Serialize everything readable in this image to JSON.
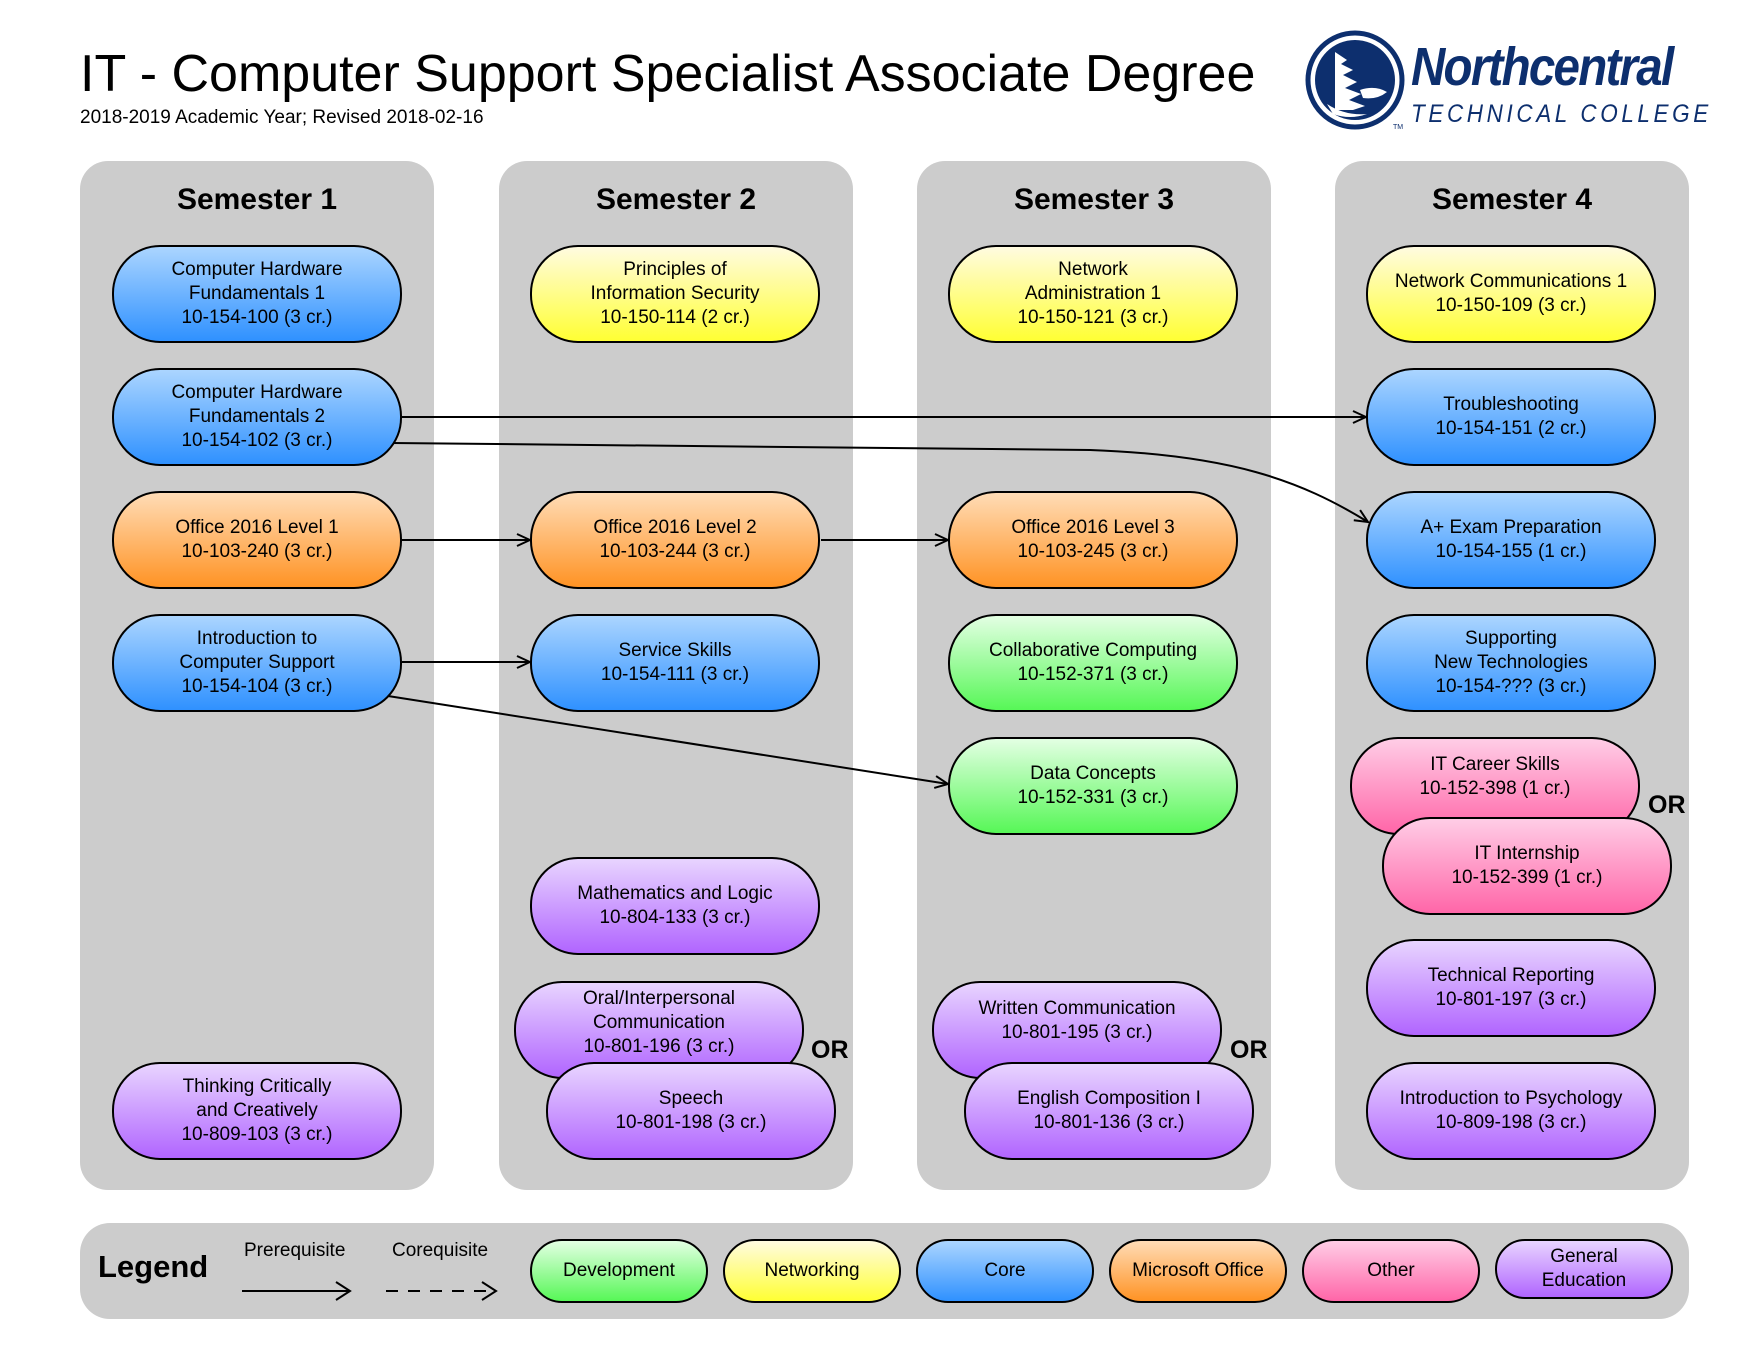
{
  "header": {
    "title": "IT - Computer Support Specialist Associate Degree",
    "subtitle": "2018-2019 Academic Year; Revised 2018-02-16"
  },
  "logo": {
    "icon": "pine-tree-circle-icon",
    "name": "Northcentral",
    "tagline": "TECHNICAL COLLEGE",
    "trademark": "TM",
    "color": "#0d2f6e"
  },
  "colors": {
    "Development": "#57f757",
    "Networking": "#ffff33",
    "Core": "#2f91ff",
    "Microsoft Office": "#ff9324",
    "Other": "#ff66a8",
    "General Education": "#b165ff",
    "column_bg": "#cccccc"
  },
  "semesters": [
    {
      "title": "Semester 1",
      "courses": [
        {
          "id": "c100",
          "lines": [
            "Computer Hardware",
            "Fundamentals 1",
            "10-154-100 (3 cr.)"
          ],
          "category": "Core"
        },
        {
          "id": "c102",
          "lines": [
            "Computer Hardware",
            "Fundamentals 2",
            "10-154-102 (3 cr.)"
          ],
          "category": "Core"
        },
        {
          "id": "c240",
          "lines": [
            "Office 2016 Level 1",
            "10-103-240 (3 cr.)"
          ],
          "category": "Microsoft Office"
        },
        {
          "id": "c104",
          "lines": [
            "Introduction to",
            "Computer Support",
            "10-154-104 (3 cr.)"
          ],
          "category": "Core"
        },
        {
          "id": "c103",
          "lines": [
            "Thinking Critically",
            "and Creatively",
            "10-809-103 (3 cr.)"
          ],
          "category": "General Education"
        }
      ]
    },
    {
      "title": "Semester 2",
      "courses": [
        {
          "id": "c114",
          "lines": [
            "Principles of",
            "Information Security",
            "10-150-114 (2 cr.)"
          ],
          "category": "Networking"
        },
        {
          "id": "c244",
          "lines": [
            "Office 2016 Level 2",
            "10-103-244 (3 cr.)"
          ],
          "category": "Microsoft Office"
        },
        {
          "id": "c111",
          "lines": [
            "Service Skills",
            "10-154-111 (3 cr.)"
          ],
          "category": "Core"
        },
        {
          "id": "c133",
          "lines": [
            "Mathematics and Logic",
            "10-804-133 (3 cr.)"
          ],
          "category": "General Education"
        },
        {
          "id": "c196",
          "lines": [
            "Oral/Interpersonal",
            "Communication",
            "10-801-196 (3 cr.)"
          ],
          "category": "General Education"
        },
        {
          "id": "c198s",
          "lines": [
            "Speech",
            "10-801-198 (3 cr.)"
          ],
          "category": "General Education"
        }
      ],
      "or_label": "OR"
    },
    {
      "title": "Semester 3",
      "courses": [
        {
          "id": "c121",
          "lines": [
            "Network",
            "Administration 1",
            "10-150-121 (3 cr.)"
          ],
          "category": "Networking"
        },
        {
          "id": "c245",
          "lines": [
            "Office 2016 Level 3",
            "10-103-245 (3 cr.)"
          ],
          "category": "Microsoft Office"
        },
        {
          "id": "c371",
          "lines": [
            "Collaborative Computing",
            "10-152-371 (3 cr.)"
          ],
          "category": "Development"
        },
        {
          "id": "c331",
          "lines": [
            "Data Concepts",
            "10-152-331 (3 cr.)"
          ],
          "category": "Development"
        },
        {
          "id": "c195",
          "lines": [
            "Written Communication",
            "10-801-195 (3 cr.)"
          ],
          "category": "General Education"
        },
        {
          "id": "c136",
          "lines": [
            "English Composition I",
            "10-801-136 (3 cr.)"
          ],
          "category": "General Education"
        }
      ],
      "or_label": "OR"
    },
    {
      "title": "Semester 4",
      "courses": [
        {
          "id": "c109",
          "lines": [
            "Network Communications 1",
            "10-150-109 (3 cr.)"
          ],
          "category": "Networking"
        },
        {
          "id": "c151",
          "lines": [
            "Troubleshooting",
            "10-154-151 (2 cr.)"
          ],
          "category": "Core"
        },
        {
          "id": "c155",
          "lines": [
            "A+ Exam Preparation",
            "10-154-155 (1 cr.)"
          ],
          "category": "Core"
        },
        {
          "id": "cnew",
          "lines": [
            "Supporting",
            "New Technologies",
            "10-154-??? (3 cr.)"
          ],
          "category": "Core"
        },
        {
          "id": "c398",
          "lines": [
            "IT Career Skills",
            "10-152-398 (1 cr.)"
          ],
          "category": "Other"
        },
        {
          "id": "c399",
          "lines": [
            "IT Internship",
            "10-152-399 (1 cr.)"
          ],
          "category": "Other"
        },
        {
          "id": "c197",
          "lines": [
            "Technical Reporting",
            "10-801-197 (3 cr.)"
          ],
          "category": "General Education"
        },
        {
          "id": "c198p",
          "lines": [
            "Introduction to Psychology",
            "10-809-198 (3 cr.)"
          ],
          "category": "General Education"
        }
      ],
      "or_label": "OR"
    }
  ],
  "prerequisites": [
    {
      "from": "c102",
      "to": "c151"
    },
    {
      "from": "c102",
      "to": "c155"
    },
    {
      "from": "c240",
      "to": "c244"
    },
    {
      "from": "c244",
      "to": "c245"
    },
    {
      "from": "c104",
      "to": "c111"
    },
    {
      "from": "c104",
      "to": "c331"
    }
  ],
  "legend": {
    "title": "Legend",
    "prerequisite_label": "Prerequisite",
    "corequisite_label": "Corequisite",
    "categories": [
      {
        "label": "Development",
        "category": "Development"
      },
      {
        "label": "Networking",
        "category": "Networking"
      },
      {
        "label": "Core",
        "category": "Core"
      },
      {
        "label": "Microsoft Office",
        "category": "Microsoft Office"
      },
      {
        "label": "Other",
        "category": "Other"
      },
      {
        "label": "General Education",
        "category": "General Education"
      }
    ]
  }
}
